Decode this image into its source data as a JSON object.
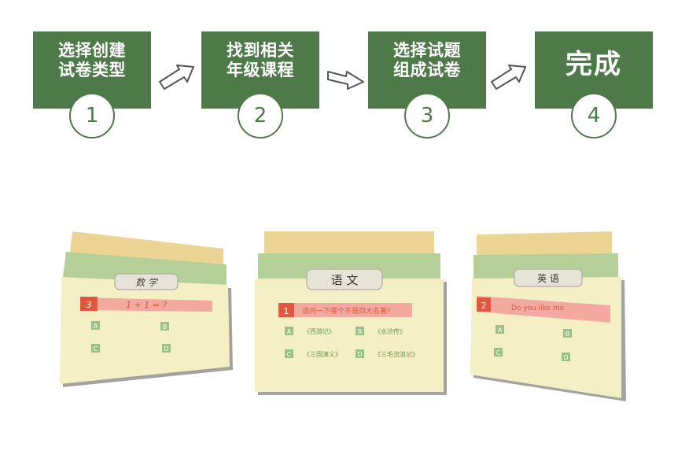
{
  "steps": [
    {
      "title": "选择创建\n试卷类型",
      "number": "1"
    },
    {
      "title": "找到相关\n年级课程",
      "number": "2"
    },
    {
      "title": "选择试题\n组成试卷",
      "number": "3"
    },
    {
      "title": "完成",
      "number": "4"
    }
  ],
  "cards": {
    "math": {
      "tab": "数 学",
      "q_num": "3",
      "question": "1 + 1 = ?",
      "options": [
        "A",
        "B",
        "C",
        "D"
      ]
    },
    "chinese": {
      "tab": "语 文",
      "q_num": "1",
      "question": "请问一下哪个不是四大名著?",
      "options": [
        "A",
        "B",
        "C",
        "D"
      ],
      "option_texts": [
        "《西游记》",
        "《水浒传》",
        "《三国演义》",
        "《三毛流浪记》"
      ]
    },
    "english": {
      "tab": "英 语",
      "q_num": "2",
      "question": "Do you like me",
      "options": [
        "A",
        "B",
        "C",
        "D"
      ]
    }
  },
  "colors": {
    "step_green": "#4e7a49",
    "tab_yellow": "#ecd594",
    "tab_green": "#b5cf98",
    "card_body": "#f4efc4",
    "question_bar": "#f3a8a0",
    "number_red": "#e2583e",
    "option_green": "#9cbf86"
  }
}
